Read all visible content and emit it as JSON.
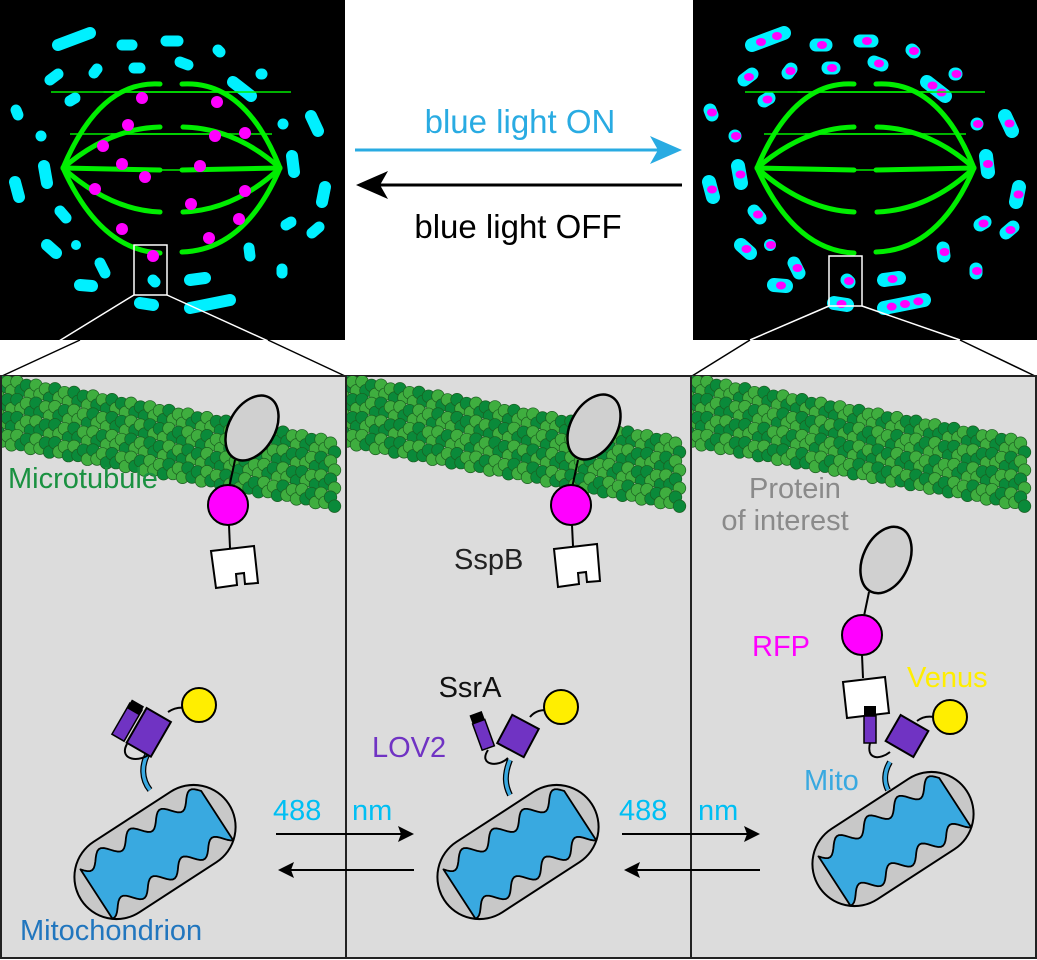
{
  "top": {
    "left_panel": {
      "state": "blue light OFF",
      "name": "spindle-before"
    },
    "right_panel": {
      "state": "blue light ON",
      "name": "spindle-after"
    },
    "arrow_on_label": "blue light ON",
    "arrow_off_label": "blue light OFF"
  },
  "bottom": {
    "panel1": {
      "microtubule_label": "Microtubule",
      "mitochondrion_label": "Mitochondrion"
    },
    "panel2": {
      "sspb_label": "SspB",
      "ssra_label": "SsrA",
      "lov2_label": "LOV2"
    },
    "panel3": {
      "poi_label_line1": "Protein",
      "poi_label_line2": "of interest",
      "rfp_label": "RFP",
      "venus_label": "Venus",
      "mito_label": "Mito"
    },
    "transition1": {
      "wavelength": "488",
      "unit": "nm"
    },
    "transition2": {
      "wavelength": "488",
      "unit": "nm"
    }
  },
  "colors": {
    "blue_light": "#29abe2",
    "cyan_mito": "#00f0ff",
    "magenta": "#ff00ff",
    "spindle_green": "#00ee00",
    "microtubule_dark": "#0a8a3a",
    "microtubule_light": "#3fae3f",
    "microtubule_label": "#1a9141",
    "mito_blue": "#39a9e0",
    "mitochondrion_label": "#2176be",
    "lov2_purple": "#7033c3",
    "venus_yellow": "#ffee00",
    "wavelength_label": "#00bff3",
    "poi_gray": "#8a8a8a",
    "panel_bg": "#dcdcdc"
  }
}
